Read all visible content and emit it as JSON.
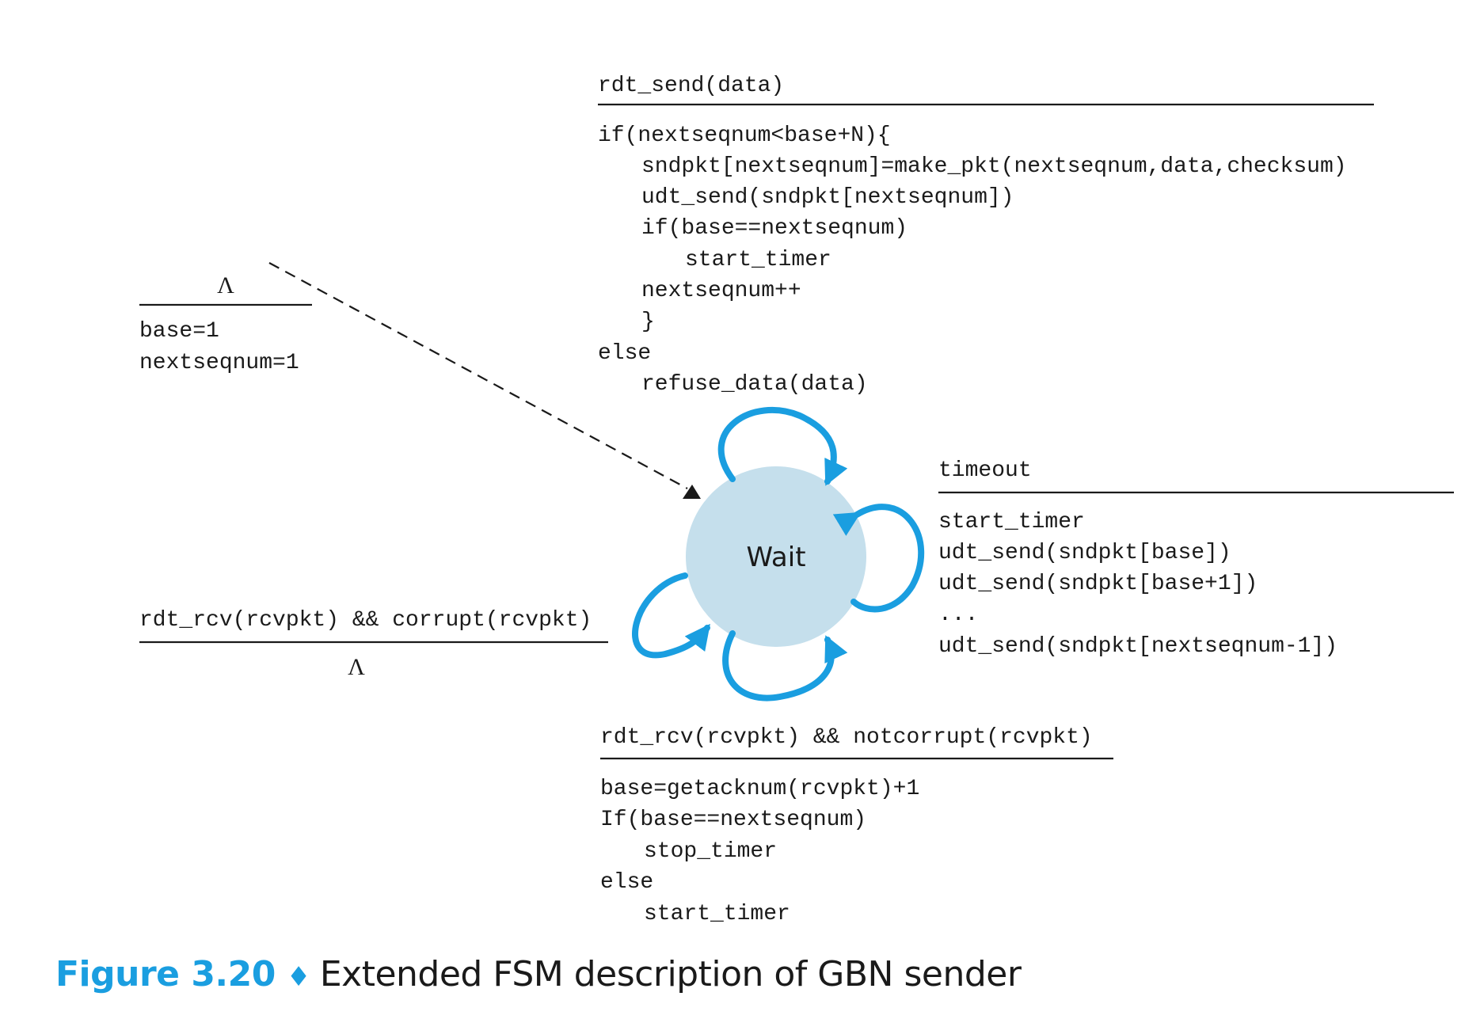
{
  "state": {
    "label": "Wait",
    "fill_color": "#c5dfec"
  },
  "init_transition": {
    "event": "Λ",
    "actions": [
      "base=1",
      "nextseqnum=1"
    ]
  },
  "send_transition": {
    "event": "rdt_send(data)",
    "actions": [
      "if(nextseqnum<base+N){",
      "sndpkt[nextseqnum]=make_pkt(nextseqnum,data,checksum)",
      "udt_send(sndpkt[nextseqnum])",
      "if(base==nextseqnum)",
      "start_timer",
      "nextseqnum++",
      "}",
      "else",
      "refuse_data(data)"
    ]
  },
  "timeout_transition": {
    "event": "timeout",
    "actions": [
      "start_timer",
      "udt_send(sndpkt[base])",
      "udt_send(sndpkt[base+1])",
      "...",
      "udt_send(sndpkt[nextseqnum-1])"
    ]
  },
  "corrupt_transition": {
    "event": "rdt_rcv(rcvpkt) && corrupt(rcvpkt)",
    "action": "Λ"
  },
  "ack_transition": {
    "event": "rdt_rcv(rcvpkt) && notcorrupt(rcvpkt)",
    "actions": [
      "base=getacknum(rcvpkt)+1",
      "If(base==nextseqnum)",
      "stop_timer",
      "else",
      "start_timer"
    ]
  },
  "caption": {
    "figure_number": "Figure 3.20",
    "separator": "♦",
    "text": "Extended FSM description of GBN sender"
  },
  "colors": {
    "accent": "#1a9ee0",
    "text": "#1a1a1a"
  }
}
